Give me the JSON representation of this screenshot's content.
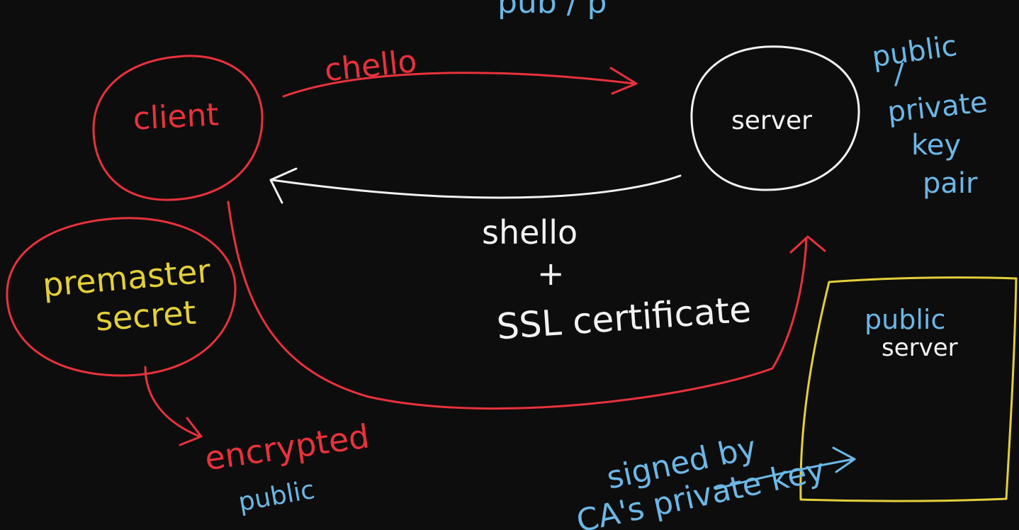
{
  "colors": {
    "background": "#0d0d0d",
    "red": "#e8323c",
    "white": "#f2f2f2",
    "yellow": "#e3cf3a",
    "blue": "#6cb7e6"
  },
  "nodes": {
    "client": "client",
    "server": "server",
    "premaster_line1": "premaster",
    "premaster_line2": "secret",
    "cert_line1": "public",
    "cert_line2": "server"
  },
  "labels": {
    "top_cut": "pub / p",
    "key_pair_1": "public",
    "key_pair_2": "/",
    "key_pair_3": "private",
    "key_pair_4": "key",
    "key_pair_5": "pair",
    "chello": "chello",
    "shello": "shello",
    "plus": "+",
    "ssl_certificate": "SSL certificate",
    "encrypted": "encrypted",
    "encrypted_with": "public",
    "signed_line1": "signed by",
    "signed_line2": "CA's private key"
  }
}
